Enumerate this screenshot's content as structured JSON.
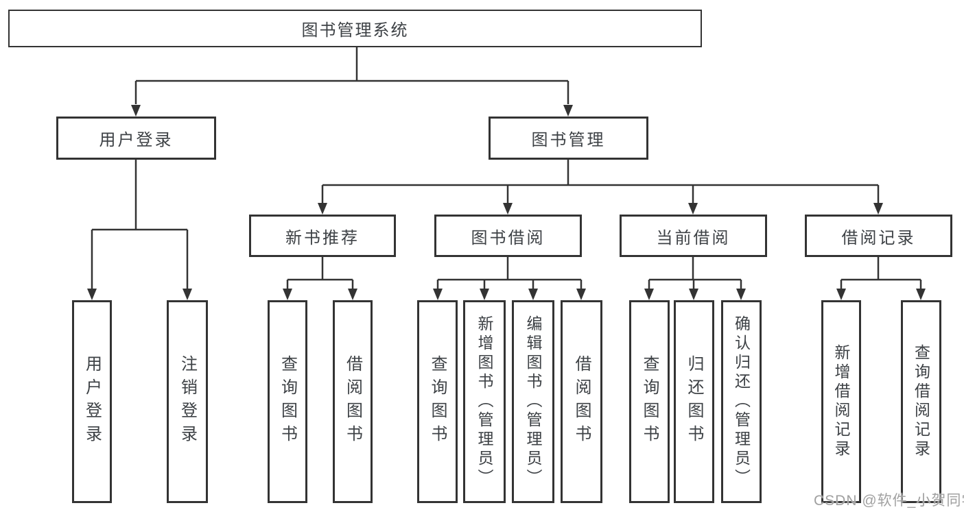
{
  "tree": {
    "label": "图书管理系统",
    "children": [
      {
        "label": "用户登录",
        "children": [
          {
            "label": "用户登录"
          },
          {
            "label": "注销登录"
          }
        ]
      },
      {
        "label": "图书管理",
        "children": [
          {
            "label": "新书推荐",
            "children": [
              {
                "label": "查询图书"
              },
              {
                "label": "借阅图书"
              }
            ]
          },
          {
            "label": "图书借阅",
            "children": [
              {
                "label": "查询图书"
              },
              {
                "label": "新增图书（管理员）"
              },
              {
                "label": "编辑图书（管理员）"
              },
              {
                "label": "借阅图书"
              }
            ]
          },
          {
            "label": "当前借阅",
            "children": [
              {
                "label": "查询图书"
              },
              {
                "label": "归还图书"
              },
              {
                "label": "确认归还（管理员）"
              }
            ]
          },
          {
            "label": "借阅记录",
            "children": [
              {
                "label": "新增借阅记录"
              },
              {
                "label": "查询借阅记录"
              }
            ]
          }
        ]
      }
    ]
  },
  "watermark": {
    "text": "CSDN @软件_小贺同学"
  },
  "colors": {
    "line": "#333333",
    "text": "#3d4145",
    "watermark": "#a0a0a0",
    "background": "#ffffff"
  }
}
